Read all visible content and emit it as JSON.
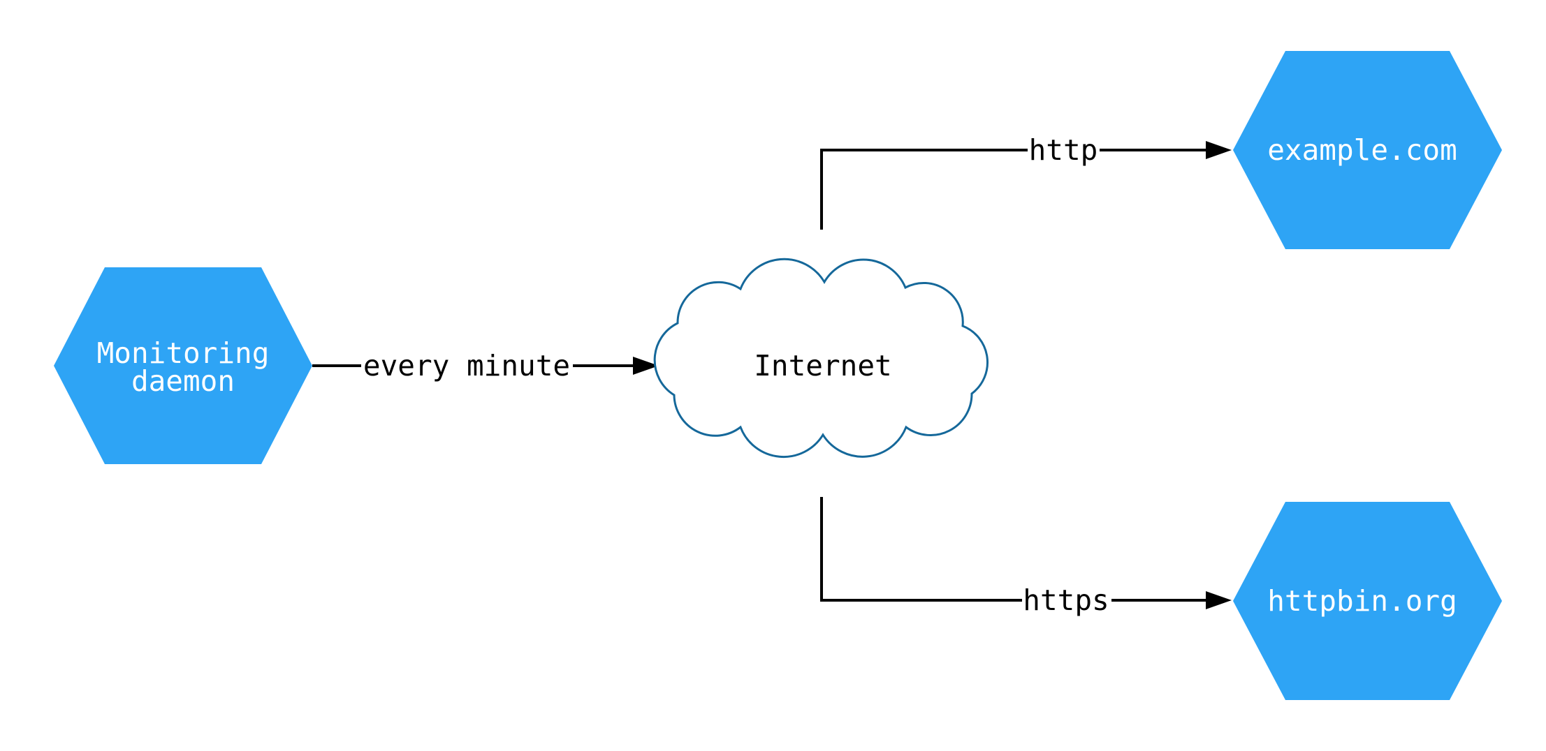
{
  "diagram": {
    "type": "network-diagram",
    "background": "#ffffff",
    "colors": {
      "node_fill": "#2EA4F5",
      "node_text": "#FFFFFF",
      "cloud_fill": "#FFFFFF",
      "cloud_stroke": "#15689A",
      "edge": "#000000",
      "edge_label": "#000000",
      "cloud_label": "#000000"
    },
    "nodes": {
      "monitoring": {
        "shape": "hexagon",
        "label": "Monitoring daemon",
        "line1": "Monitoring",
        "line2": "daemon"
      },
      "internet": {
        "shape": "cloud",
        "label": "Internet"
      },
      "example": {
        "shape": "hexagon",
        "label": "example.com"
      },
      "httpbin": {
        "shape": "hexagon",
        "label": "httpbin.org"
      }
    },
    "edges": {
      "every_minute": {
        "from": "monitoring",
        "to": "internet",
        "label": "every minute"
      },
      "http": {
        "from": "internet",
        "to": "example",
        "label": "http"
      },
      "https": {
        "from": "internet",
        "to": "httpbin",
        "label": "https"
      }
    }
  }
}
